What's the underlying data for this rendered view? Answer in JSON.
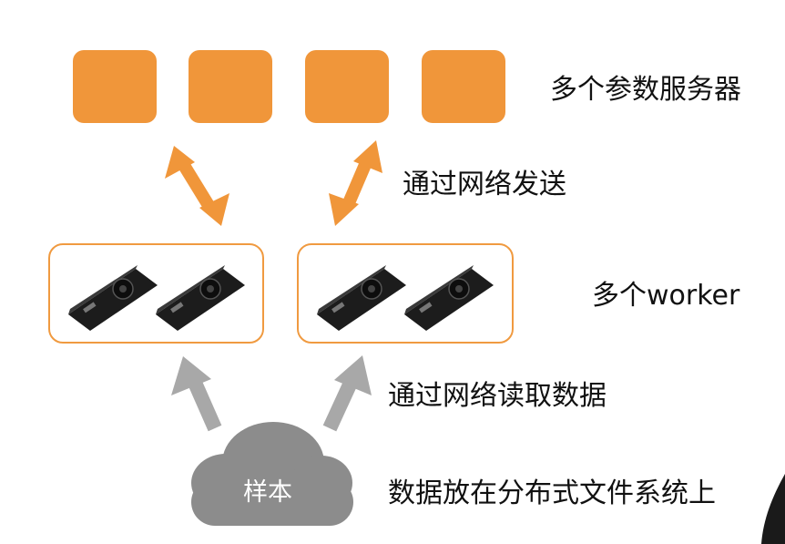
{
  "servers": {
    "count": 4,
    "color": "#f0963a"
  },
  "labels": {
    "parameter_servers": "多个参数服务器",
    "network_send": "通过网络发送",
    "workers": "多个worker",
    "network_read": "通过网络读取数据",
    "distributed_fs": "数据放在分布式文件系统上"
  },
  "cloud": {
    "label": "样本",
    "color": "#8c8c8c"
  },
  "colors": {
    "orange_arrow": "#f0963a",
    "gray_arrow": "#a8a8a8",
    "worker_border": "#f09a40",
    "gpu_body": "#1c1c1c"
  },
  "icons": {
    "gpu": "gpu-card-icon",
    "cloud": "cloud-icon"
  }
}
